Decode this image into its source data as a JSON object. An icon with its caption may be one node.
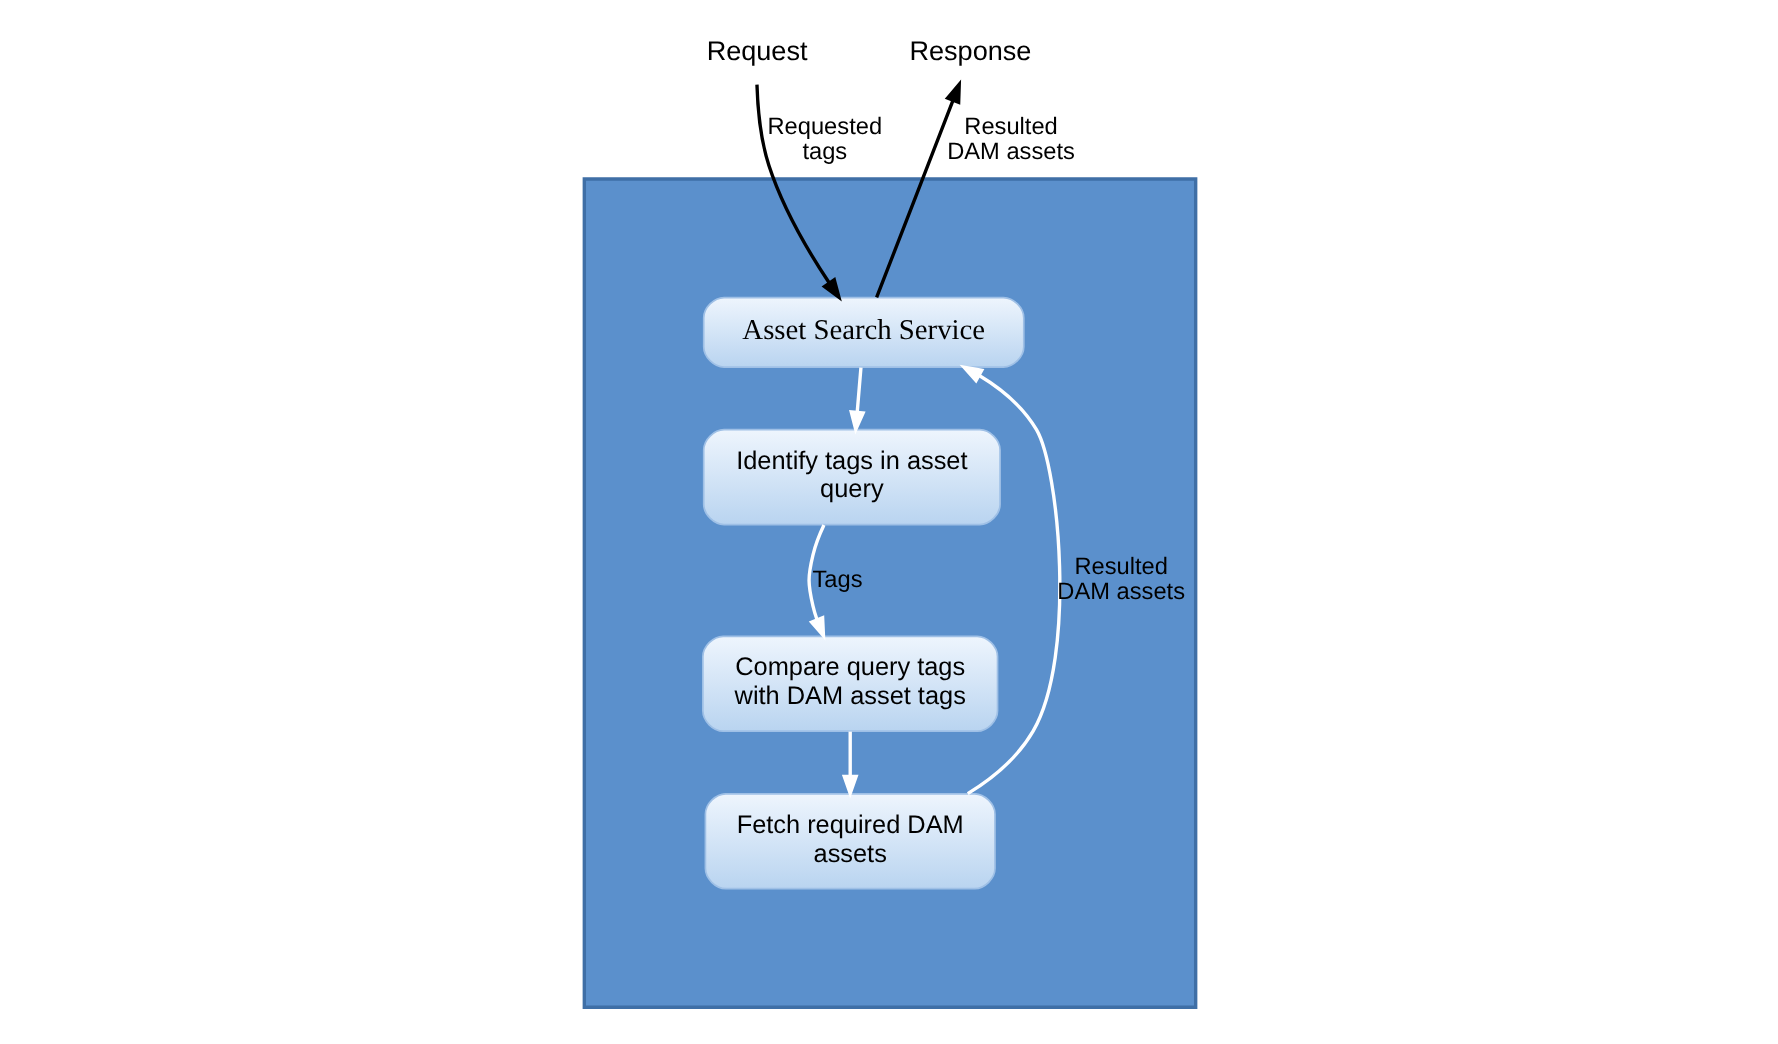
{
  "diagram": {
    "nodes": [
      {
        "text": [],
        "shape": "box"
      },
      {
        "text": [
          "Request"
        ]
      },
      {
        "text": [
          "Response"
        ]
      },
      {
        "text": [
          "Asset Search Service"
        ],
        "in": 0
      },
      {
        "text": [
          "Identify tags in asset query"
        ],
        "in": 0
      },
      {
        "text": [
          "Compare query tags with DAM asset tags"
        ],
        "in": 0
      },
      {
        "text": [
          "Fetch required DAM assets"
        ],
        "in": 0
      }
    ],
    "edges": [
      {
        "from": 1,
        "to": 3,
        "arrow": "to",
        "label": "Requested tags",
        "color": "#000000"
      },
      {
        "from": 3,
        "to": 2,
        "arrow": "to",
        "label": "Resulted DAM assets",
        "color": "#000000"
      },
      {
        "from": 3,
        "to": 4,
        "arrow": "to"
      },
      {
        "from": 4,
        "to": 5,
        "arrow": "to",
        "label": "Tags"
      },
      {
        "from": 5,
        "to": 6,
        "arrow": "to"
      },
      {
        "from": 6,
        "to": 3,
        "arrow": "to",
        "label": "Resulted DAM assets"
      }
    ]
  }
}
